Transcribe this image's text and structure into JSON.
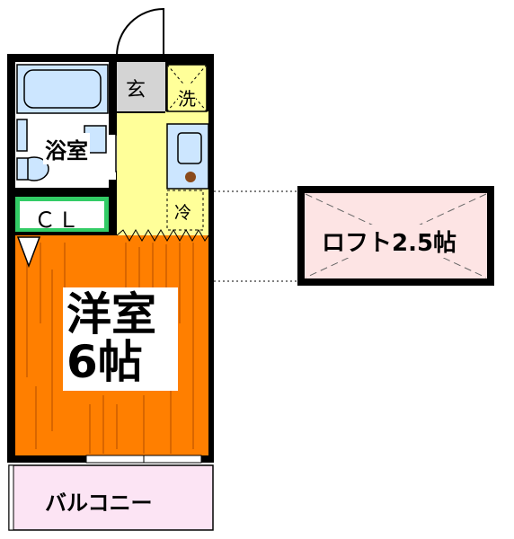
{
  "rooms": {
    "genkan": "玄",
    "washer": "洗",
    "bath": "浴室",
    "fridge": "冷",
    "closet": "ＣＬ",
    "western_name": "洋室",
    "western_size": "6帖",
    "loft": "ロフト2.5帖",
    "balcony": "バルコニー"
  },
  "colors": {
    "western_room": "#ff7f00",
    "kitchen": "#ffff99",
    "bath": "#cce6ff",
    "closet": "#33cc66",
    "genkan": "#d4d4d4",
    "loft": "#fde4e4",
    "balcony": "#fce4f4",
    "wall": "#000000"
  },
  "icons": {
    "door": "door-swing-icon",
    "bathtub": "bathtub-icon",
    "toilet": "toilet-icon",
    "sink": "sink-icon",
    "washer_space": "washer-space-icon",
    "fridge_space": "fridge-space-icon"
  }
}
